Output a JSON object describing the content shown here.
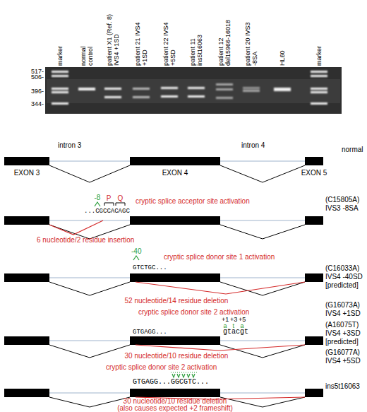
{
  "diagram": {
    "nodes": [
      {
        "text": [
          "EXON 3"
        ]
      },
      {
        "text": [
          "EXON 4"
        ]
      },
      {
        "text": [
          "EXON 5"
        ]
      }
    ],
    "edges": [
      {
        "from": 0,
        "to": 1,
        "arrow": "none"
      },
      {
        "from": 1,
        "to": 2,
        "arrow": "none"
      }
    ],
    "labels": [
      "marker",
      "normal control",
      "patient X1 (Ref. 8) IVS4 +1SD",
      "patient 21 IVS4 +1SD",
      "patient 22 IVS4 +5SD",
      "patient 11 ins5t16063",
      "patient 12 del15966-16018",
      "patient 20 IVS3 -8SA",
      "HL60",
      "marker",
      "517-",
      "506-",
      "396-",
      "344-",
      "intron 3",
      "intron 4",
      "normal",
      "-8",
      "P",
      "Q",
      "cryptic splice acceptor site activation",
      "...CGCCACAGC",
      "(C15805A) IVS3 -8SA",
      "6 nucleotide/2 residue insertion",
      "-40",
      "cryptic splice donor site 1 activation",
      "GTCTGC...",
      "(C16033A) IVS4 -40SD [predicted]",
      "52 nucleotide/14 residue deletion",
      "(G16073A) IVS4 +1SD",
      "cryptic splice donor site 2 activation",
      "+1",
      "+3",
      "+5",
      "a",
      "t",
      "a",
      "GTGAGG...",
      "gtacgt",
      "(A16075T) IVS4 +3SD [predicted]",
      "30 nucleotide/10 residue deletion",
      "(G16077A) IVS4 +5SD",
      "cryptic splice donor site 2 activation",
      "GTGAGG...GGCGTC...",
      "30 nucleotide/10 residue deletion (also causes expected +2 frameshift)",
      "ins5t16063"
    ]
  }
}
